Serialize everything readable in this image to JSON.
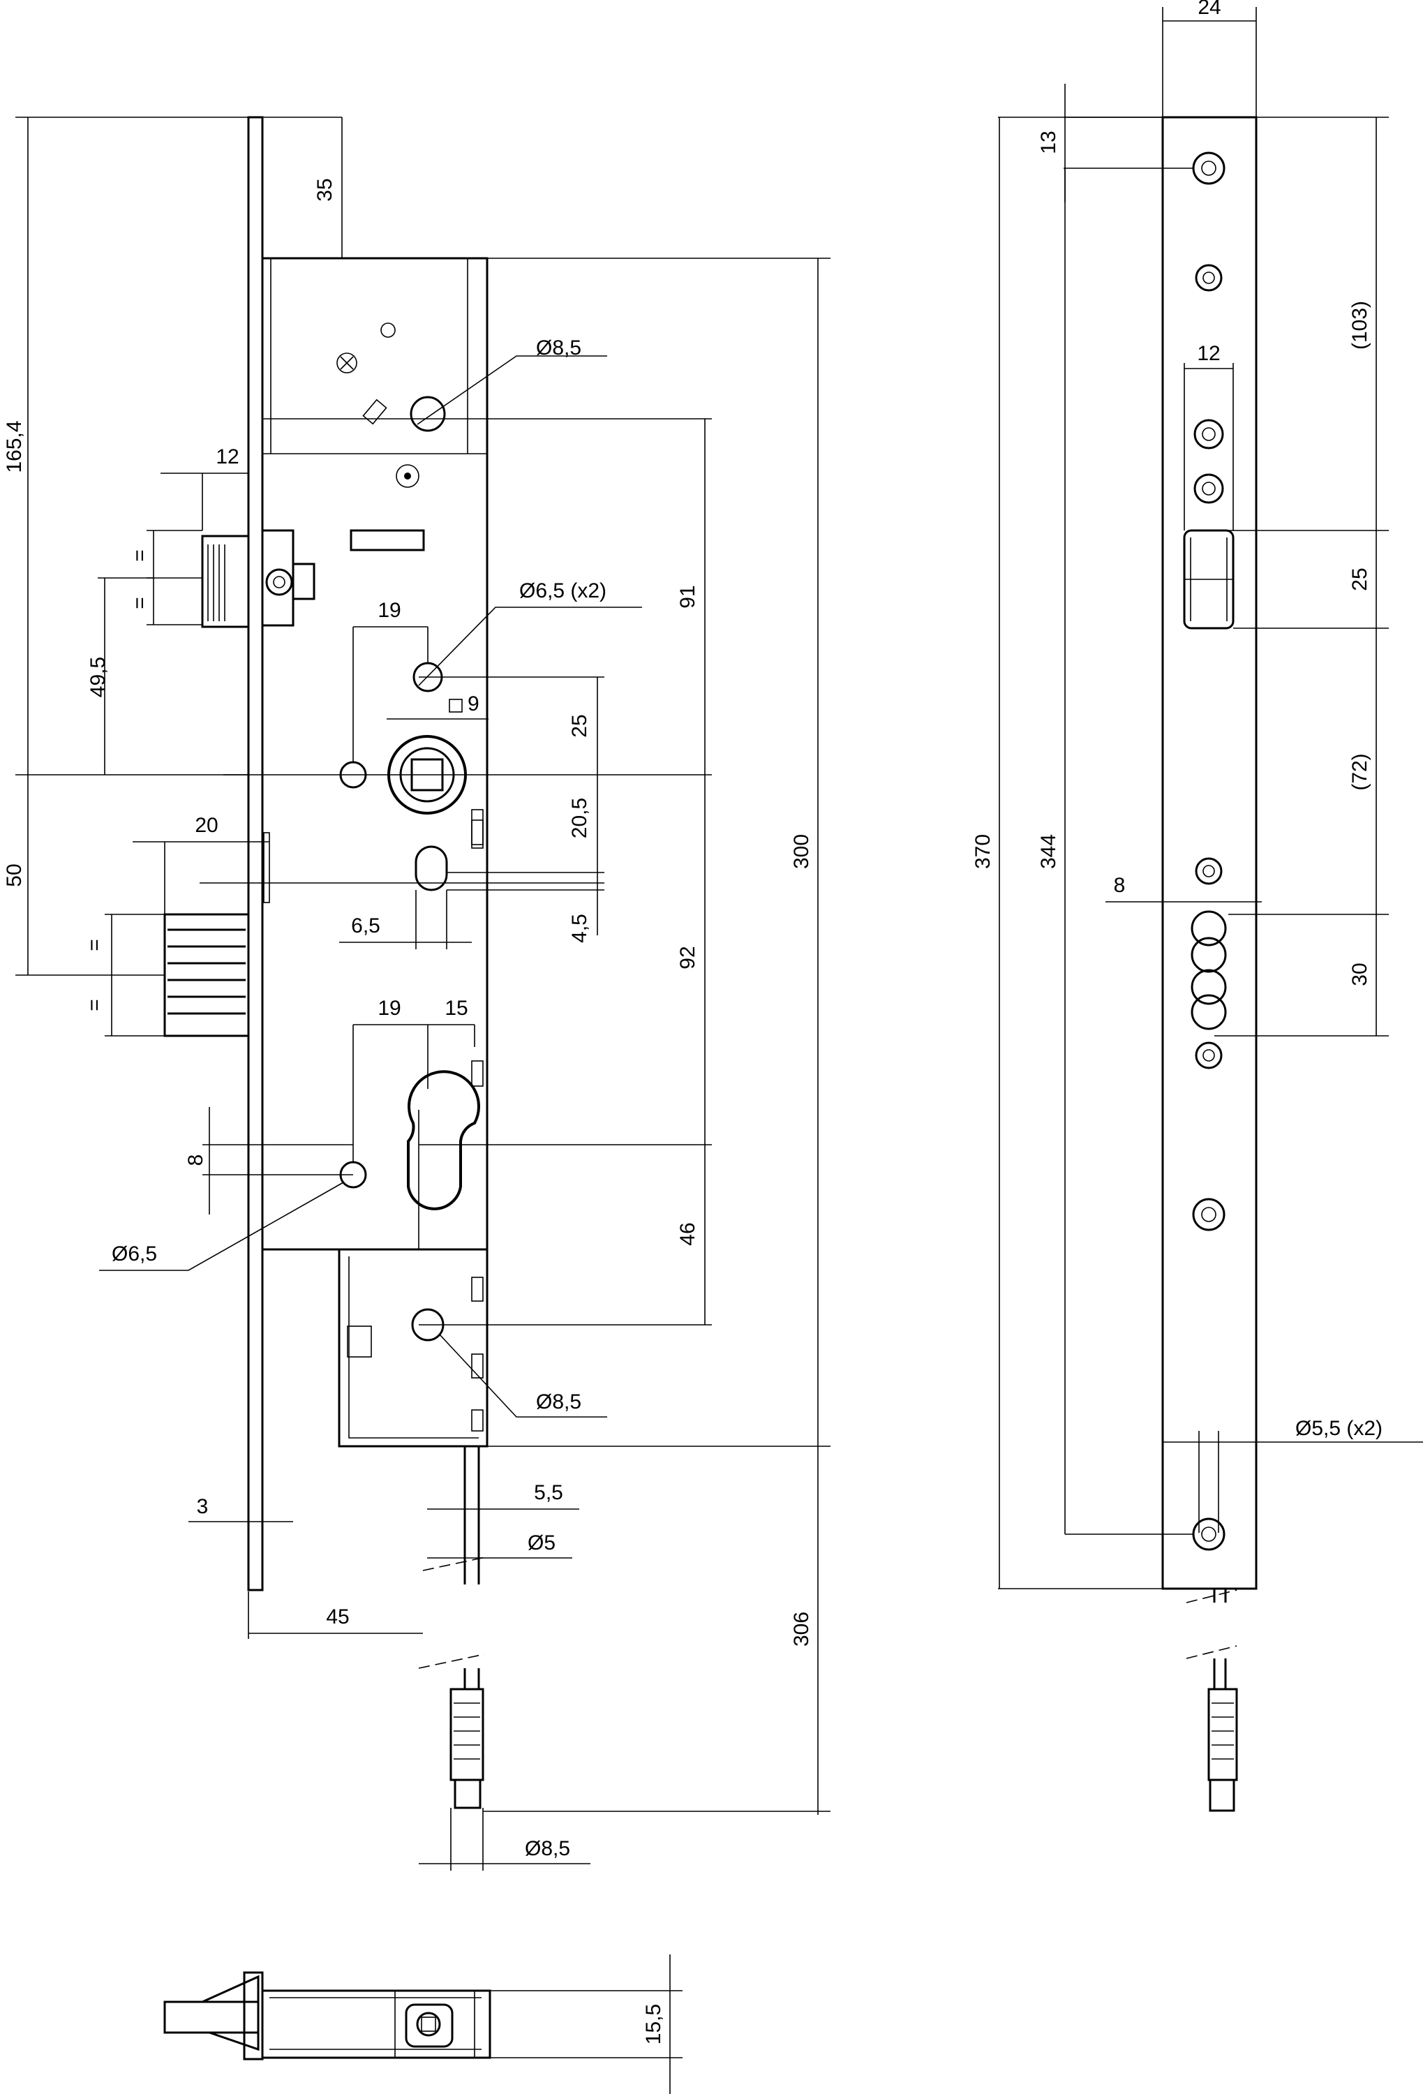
{
  "front_view": {
    "dims": {
      "d35": "35",
      "d165_4": "165,4",
      "d12": "12",
      "eq1": "=",
      "eq2": "=",
      "d49_5": "49,5",
      "d50": "50",
      "d20": "20",
      "eq3": "=",
      "eq4": "=",
      "d6_5": "6,5",
      "d19a": "19",
      "d19b": "19",
      "d15": "15",
      "sq9": "9",
      "d25": "25",
      "d20_5": "20,5",
      "d4_5": "4,5",
      "d91": "91",
      "d92": "92",
      "d46": "46",
      "d8": "8",
      "d300": "300",
      "d306": "306",
      "d3": "3",
      "d45": "45",
      "d5_5": "5,5"
    },
    "callouts": {
      "hole_8_5_top": "8,5",
      "hole_6_5_x2": "6,5 (x2)",
      "hole_6_5_left": "6,5",
      "hole_8_5_bottom": "8,5",
      "cable_5": "5",
      "plug_8_5": "8,5"
    }
  },
  "side_view": {
    "dims": {
      "d24": "24",
      "d13": "13",
      "d103": "(103)",
      "d12": "12",
      "d25": "25",
      "d72": "(72)",
      "d370": "370",
      "d344": "344",
      "d8": "8",
      "d30": "30"
    },
    "callouts": {
      "holes_5_5_x2": "5,5 (x2)"
    }
  },
  "bottom_view": {
    "dims": {
      "d15_5": "15,5"
    }
  },
  "symbols": {
    "diameter": "Ø",
    "square": "□"
  }
}
